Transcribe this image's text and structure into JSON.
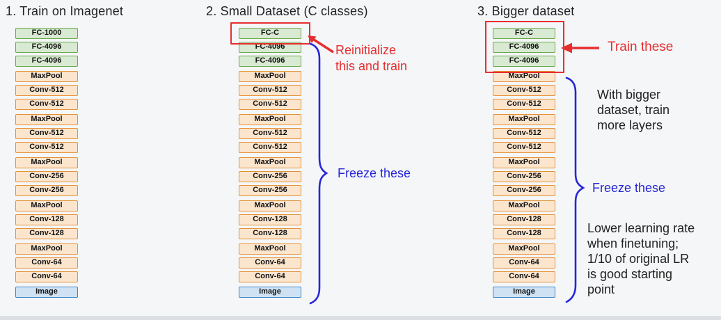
{
  "columns": [
    {
      "title": "1. Train on Imagenet",
      "groups": [
        [
          {
            "label": "FC-1000",
            "kind": "fc"
          },
          {
            "label": "FC-4096",
            "kind": "fc"
          },
          {
            "label": "FC-4096",
            "kind": "fc"
          }
        ],
        [
          {
            "label": "MaxPool",
            "kind": "pool"
          },
          {
            "label": "Conv-512",
            "kind": "conv"
          },
          {
            "label": "Conv-512",
            "kind": "conv"
          }
        ],
        [
          {
            "label": "MaxPool",
            "kind": "pool"
          },
          {
            "label": "Conv-512",
            "kind": "conv"
          },
          {
            "label": "Conv-512",
            "kind": "conv"
          }
        ],
        [
          {
            "label": "MaxPool",
            "kind": "pool"
          },
          {
            "label": "Conv-256",
            "kind": "conv"
          },
          {
            "label": "Conv-256",
            "kind": "conv"
          }
        ],
        [
          {
            "label": "MaxPool",
            "kind": "pool"
          },
          {
            "label": "Conv-128",
            "kind": "conv"
          },
          {
            "label": "Conv-128",
            "kind": "conv"
          }
        ],
        [
          {
            "label": "MaxPool",
            "kind": "pool"
          },
          {
            "label": "Conv-64",
            "kind": "conv"
          },
          {
            "label": "Conv-64",
            "kind": "conv"
          }
        ],
        [
          {
            "label": "Image",
            "kind": "image"
          }
        ]
      ]
    },
    {
      "title": "2. Small Dataset (C classes)",
      "groups": [
        [
          {
            "label": "FC-C",
            "kind": "fc"
          },
          {
            "label": "FC-4096",
            "kind": "fc"
          },
          {
            "label": "FC-4096",
            "kind": "fc"
          }
        ],
        [
          {
            "label": "MaxPool",
            "kind": "pool"
          },
          {
            "label": "Conv-512",
            "kind": "conv"
          },
          {
            "label": "Conv-512",
            "kind": "conv"
          }
        ],
        [
          {
            "label": "MaxPool",
            "kind": "pool"
          },
          {
            "label": "Conv-512",
            "kind": "conv"
          },
          {
            "label": "Conv-512",
            "kind": "conv"
          }
        ],
        [
          {
            "label": "MaxPool",
            "kind": "pool"
          },
          {
            "label": "Conv-256",
            "kind": "conv"
          },
          {
            "label": "Conv-256",
            "kind": "conv"
          }
        ],
        [
          {
            "label": "MaxPool",
            "kind": "pool"
          },
          {
            "label": "Conv-128",
            "kind": "conv"
          },
          {
            "label": "Conv-128",
            "kind": "conv"
          }
        ],
        [
          {
            "label": "MaxPool",
            "kind": "pool"
          },
          {
            "label": "Conv-64",
            "kind": "conv"
          },
          {
            "label": "Conv-64",
            "kind": "conv"
          }
        ],
        [
          {
            "label": "Image",
            "kind": "image"
          }
        ]
      ]
    },
    {
      "title": "3. Bigger dataset",
      "groups": [
        [
          {
            "label": "FC-C",
            "kind": "fc"
          },
          {
            "label": "FC-4096",
            "kind": "fc"
          },
          {
            "label": "FC-4096",
            "kind": "fc"
          }
        ],
        [
          {
            "label": "MaxPool",
            "kind": "pool"
          },
          {
            "label": "Conv-512",
            "kind": "conv"
          },
          {
            "label": "Conv-512",
            "kind": "conv"
          }
        ],
        [
          {
            "label": "MaxPool",
            "kind": "pool"
          },
          {
            "label": "Conv-512",
            "kind": "conv"
          },
          {
            "label": "Conv-512",
            "kind": "conv"
          }
        ],
        [
          {
            "label": "MaxPool",
            "kind": "pool"
          },
          {
            "label": "Conv-256",
            "kind": "conv"
          },
          {
            "label": "Conv-256",
            "kind": "conv"
          }
        ],
        [
          {
            "label": "MaxPool",
            "kind": "pool"
          },
          {
            "label": "Conv-128",
            "kind": "conv"
          },
          {
            "label": "Conv-128",
            "kind": "conv"
          }
        ],
        [
          {
            "label": "MaxPool",
            "kind": "pool"
          },
          {
            "label": "Conv-64",
            "kind": "conv"
          },
          {
            "label": "Conv-64",
            "kind": "conv"
          }
        ],
        [
          {
            "label": "Image",
            "kind": "image"
          }
        ]
      ]
    }
  ],
  "annotations": {
    "reinitialize": "Reinitialize\nthis and train",
    "freeze_col2": "Freeze these",
    "train_these": "Train these",
    "with_bigger": "With bigger\ndataset, train\nmore layers",
    "freeze_col3": "Freeze these",
    "lower_lr": "Lower learning rate\nwhen finetuning;\n1/10 of original LR\nis good starting\npoint"
  },
  "colors": {
    "background": "#f4f6f8",
    "fc_fill": "#d9ead3",
    "fc_border": "#6aa84f",
    "conv_fill": "#fce5cd",
    "conv_border": "#e69138",
    "image_fill": "#cfe2f3",
    "image_border": "#3d85c6",
    "annotation_red": "#e62e2e",
    "annotation_blue": "#2626d6"
  }
}
